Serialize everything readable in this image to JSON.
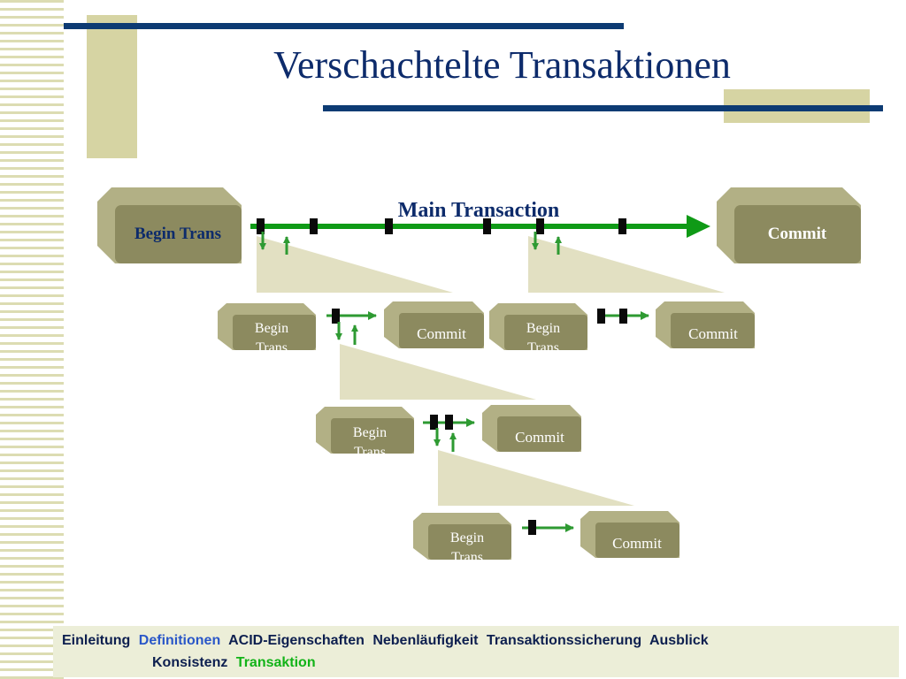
{
  "slide": {
    "title": "Verschachtelte Transaktionen"
  },
  "diagram": {
    "main_label": "Main Transaction",
    "main_begin": "Begin Trans",
    "main_commit": "Commit",
    "level1_left": {
      "begin_line1": "Begin",
      "begin_line2": "Trans",
      "commit": "Commit"
    },
    "level1_right": {
      "begin_line1": "Begin",
      "begin_line2": "Trans",
      "commit": "Commit"
    },
    "level2": {
      "begin_line1": "Begin",
      "begin_line2": "Trans",
      "commit": "Commit"
    },
    "level3": {
      "begin_line1": "Begin",
      "begin_line2": "Trans",
      "commit": "Commit"
    }
  },
  "nav": {
    "items": [
      {
        "label": "Einleitung",
        "style": "dark"
      },
      {
        "label": "Definitionen",
        "style": "blue"
      },
      {
        "label": "ACID-Eigenschaften",
        "style": "dark"
      },
      {
        "label": "Nebenläufigkeit",
        "style": "dark"
      },
      {
        "label": "Transaktionssicherung",
        "style": "dark"
      },
      {
        "label": "Ausblick",
        "style": "dark"
      }
    ],
    "sub_items": [
      {
        "label": "Konsistenz",
        "style": "dark"
      },
      {
        "label": "Transaktion",
        "style": "green"
      }
    ]
  },
  "colors": {
    "title": "#0d2b6b",
    "rule": "#0d3b73",
    "accent_block": "#d6d4a3",
    "box_face": "#8c8a5f",
    "box_edge": "#b2b085",
    "arrow_green": "#0f9a16",
    "nested_arrow_green": "#2e9a32",
    "wedge": "#e2e0c2"
  }
}
